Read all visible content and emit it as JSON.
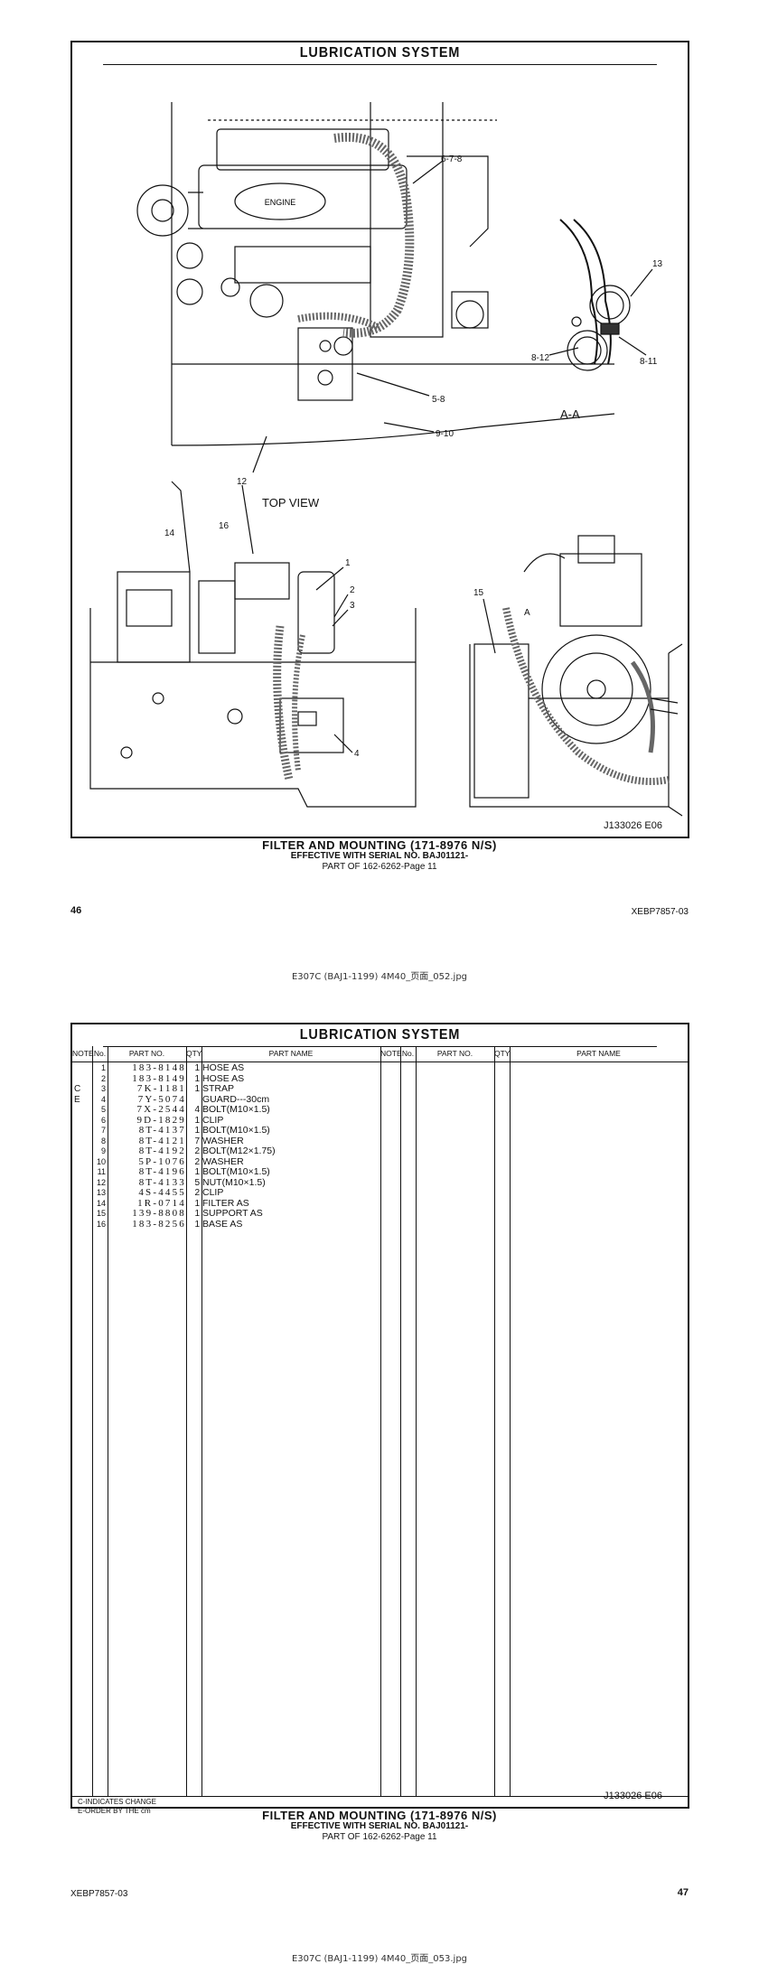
{
  "pages": [
    {
      "title": "LUBRICATION SYSTEM",
      "illustration_labels": {
        "callout_678": "6-7-8",
        "callout_13": "13",
        "callout_812": "8-12",
        "callout_811": "8-11",
        "section": "A-A",
        "callout_58": "5-8",
        "callout_910": "9-10",
        "callout_12": "12",
        "view": "TOP VIEW",
        "engine": "ENGINE",
        "callout_14": "14",
        "callout_16": "16",
        "callout_1": "1",
        "callout_2": "2",
        "callout_3": "3",
        "callout_4": "4",
        "callout_15": "15",
        "callout_A": "A"
      },
      "code": "J133026  E06",
      "caption_line1": "FILTER AND MOUNTING (171-8976 N/S)",
      "caption_line2": "EFFECTIVE WITH SERIAL NO. BAJ01121-",
      "caption_line3": "PART OF 162-6262-Page 11",
      "page_number": "46",
      "doc_id": "XEBP7857-03",
      "file_name": "E307C (BAJ1-1199) 4M40_页面_052.jpg"
    },
    {
      "title": "LUBRICATION SYSTEM",
      "headers": {
        "note": "NOTE",
        "no": "No.",
        "part_no": "PART NO.",
        "qty": "QTY.",
        "part_name": "PART NAME"
      },
      "rows": [
        {
          "note": "",
          "no": "1",
          "part_no": "183-8148",
          "qty": "1",
          "name": "HOSE AS"
        },
        {
          "note": "",
          "no": "2",
          "part_no": "183-8149",
          "qty": "1",
          "name": "HOSE AS"
        },
        {
          "note": "C",
          "no": "3",
          "part_no": "7K-1181",
          "qty": "1",
          "name": "STRAP"
        },
        {
          "note": "E",
          "no": "4",
          "part_no": "7Y-5074",
          "qty": "",
          "name": "GUARD---30cm"
        },
        {
          "note": "",
          "no": "5",
          "part_no": "7X-2544",
          "qty": "4",
          "name": "BOLT(M10×1.5)"
        },
        {
          "note": "",
          "no": "6",
          "part_no": "9D-1829",
          "qty": "1",
          "name": "CLIP"
        },
        {
          "note": "",
          "no": "7",
          "part_no": "8T-4137",
          "qty": "1",
          "name": "BOLT(M10×1.5)"
        },
        {
          "note": "",
          "no": "8",
          "part_no": "8T-4121",
          "qty": "7",
          "name": "WASHER"
        },
        {
          "note": "",
          "no": "9",
          "part_no": "8T-4192",
          "qty": "2",
          "name": "BOLT(M12×1.75)"
        },
        {
          "note": "",
          "no": "10",
          "part_no": "5P-1076",
          "qty": "2",
          "name": "WASHER"
        },
        {
          "note": "",
          "no": "11",
          "part_no": "8T-4196",
          "qty": "1",
          "name": "BOLT(M10×1.5)"
        },
        {
          "note": "",
          "no": "12",
          "part_no": "8T-4133",
          "qty": "5",
          "name": "NUT(M10×1.5)"
        },
        {
          "note": "",
          "no": "13",
          "part_no": "4S-4455",
          "qty": "2",
          "name": "CLIP"
        },
        {
          "note": "",
          "no": "14",
          "part_no": "1R-0714",
          "qty": "1",
          "name": "FILTER AS"
        },
        {
          "note": "",
          "no": "15",
          "part_no": "139-8808",
          "qty": "1",
          "name": "SUPPORT AS"
        },
        {
          "note": "",
          "no": "16",
          "part_no": "183-8256",
          "qty": "1",
          "name": "BASE AS"
        }
      ],
      "legend_line1": "C-INDICATES CHANGE",
      "legend_line2": "E-ORDER BY THE cm",
      "code": "J133026  E06",
      "caption_line1": "FILTER AND MOUNTING (171-8976 N/S)",
      "caption_line2": "EFFECTIVE WITH SERIAL NO. BAJ01121-",
      "caption_line3": "PART OF 162-6262-Page 11",
      "doc_id": "XEBP7857-03",
      "page_number": "47",
      "file_name": "E307C (BAJ1-1199) 4M40_页面_053.jpg"
    }
  ]
}
